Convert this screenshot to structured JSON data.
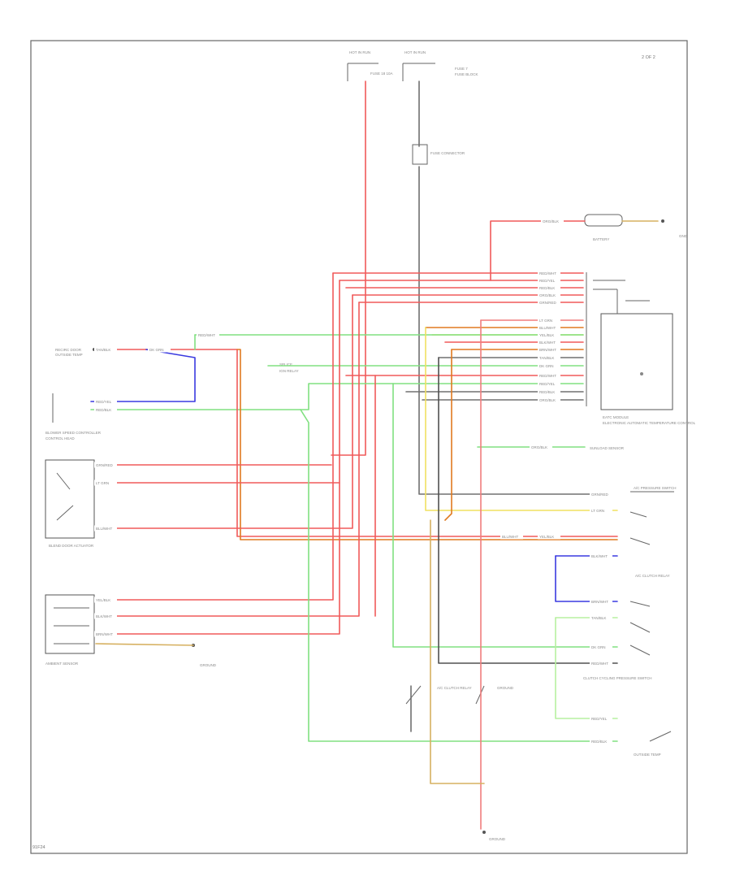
{
  "diagram": {
    "frame_code": "91F24",
    "header_right": "2 OF 2",
    "wire_colors": {
      "red": "#f05a5a",
      "pink": "#f07d7d",
      "green": "#80e080",
      "light_green": "#b7f0a0",
      "blue": "#3a3ae0",
      "orange": "#e07a20",
      "yellow": "#f0e060",
      "tan": "#d6b060",
      "gray": "#707070",
      "dark_gray": "#505050"
    },
    "labels": {
      "hot_run_left": "HOT IN RUN",
      "hot_run_right": "HOT IN RUN",
      "fuse_left": "FUSE 18 10A",
      "fuse_right": "FUSE 7",
      "fuse_block": "FUSE BLOCK",
      "fuse_connector": "FUSE CONNECTOR",
      "battery": "BATTERY",
      "battery_ground": "GND",
      "eatc_module": "EATC MODULE",
      "eatc_module_sub": "ELECTRONIC AUTOMATIC TEMPERATURE CONTROL",
      "control_head": "CONTROL HEAD",
      "blower_speed": "BLOWER SPEED CONTROLLER",
      "blend_door": "BLEND DOOR ACTUATOR",
      "ambient_sensor": "AMBIENT SENSOR",
      "sunload_sensor": "SUNLOAD SENSOR",
      "pressure_switch": "A/C PRESSURE SWITCH",
      "clutch_relay": "A/C CLUTCH RELAY",
      "cycling_switch": "CLUTCH CYCLING PRESSURE SWITCH",
      "recirc_door": "RECIRC DOOR",
      "outside_temp": "OUTSIDE TEMP",
      "ground": "GROUND",
      "splice": "SPLICE",
      "ign_relay": "IGN RELAY"
    },
    "wire_tags": [
      "RED/WHT",
      "RED/YEL",
      "RED/BLK",
      "ORG/BLK",
      "GRN/RED",
      "LT GRN",
      "BLU/WHT",
      "YEL/BLK",
      "BLK/WHT",
      "BRN/WHT",
      "TAN/BLK",
      "DK GRN"
    ]
  }
}
